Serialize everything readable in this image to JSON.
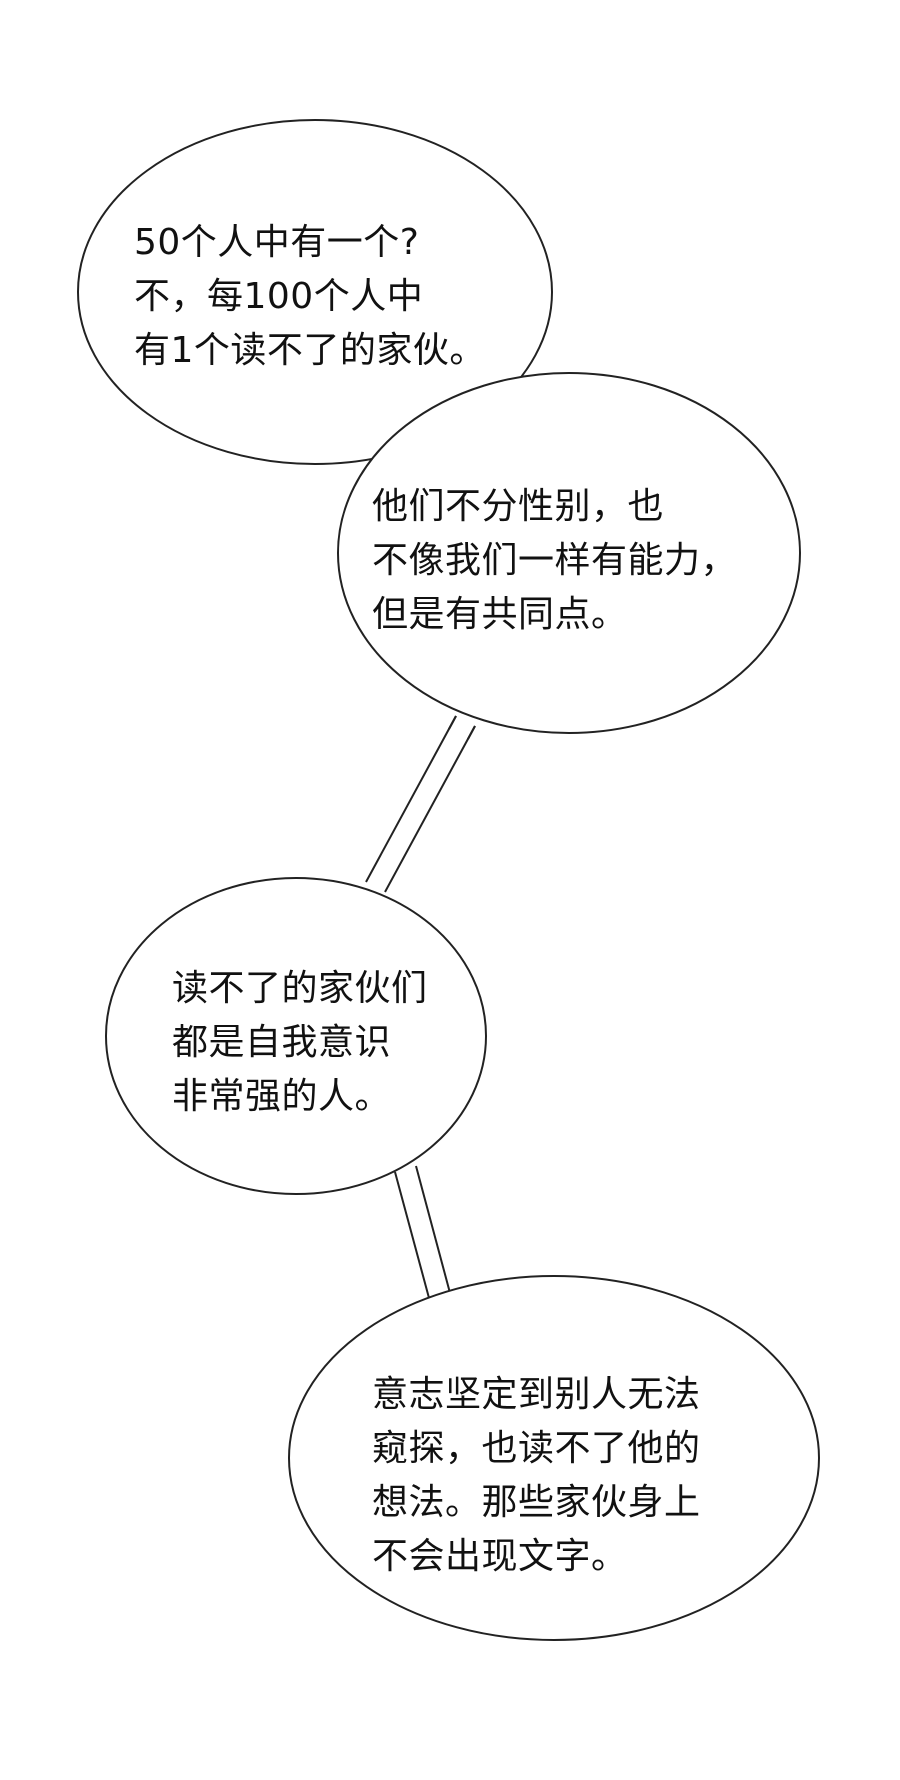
{
  "bubbles": [
    {
      "lines": [
        "50个人中有一个?",
        "不，每100个人中",
        "有1个读不了的家伙。"
      ]
    },
    {
      "lines": [
        "他们不分性别，也",
        "不像我们一样有能力，",
        "但是有共同点。"
      ]
    },
    {
      "lines": [
        "读不了的家伙们",
        "都是自我意识",
        "非常强的人。"
      ]
    },
    {
      "lines": [
        "意志坚定到别人无法",
        "窥探，也读不了他的",
        "想法。那些家伙身上",
        "不会出现文字。"
      ]
    }
  ],
  "colors": {
    "background": "#ffffff",
    "outline": "#222222",
    "text": "#111111"
  }
}
